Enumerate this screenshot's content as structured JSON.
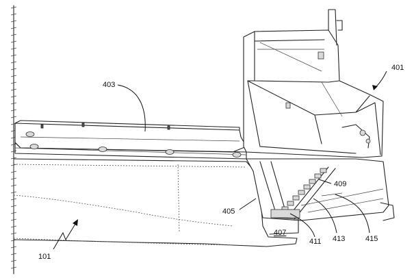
{
  "labels": {
    "r401": "401",
    "r403": "403",
    "r405": "405",
    "r407": "407",
    "r409": "409",
    "r411": "411",
    "r413": "413",
    "r415": "415",
    "r101": "101"
  }
}
